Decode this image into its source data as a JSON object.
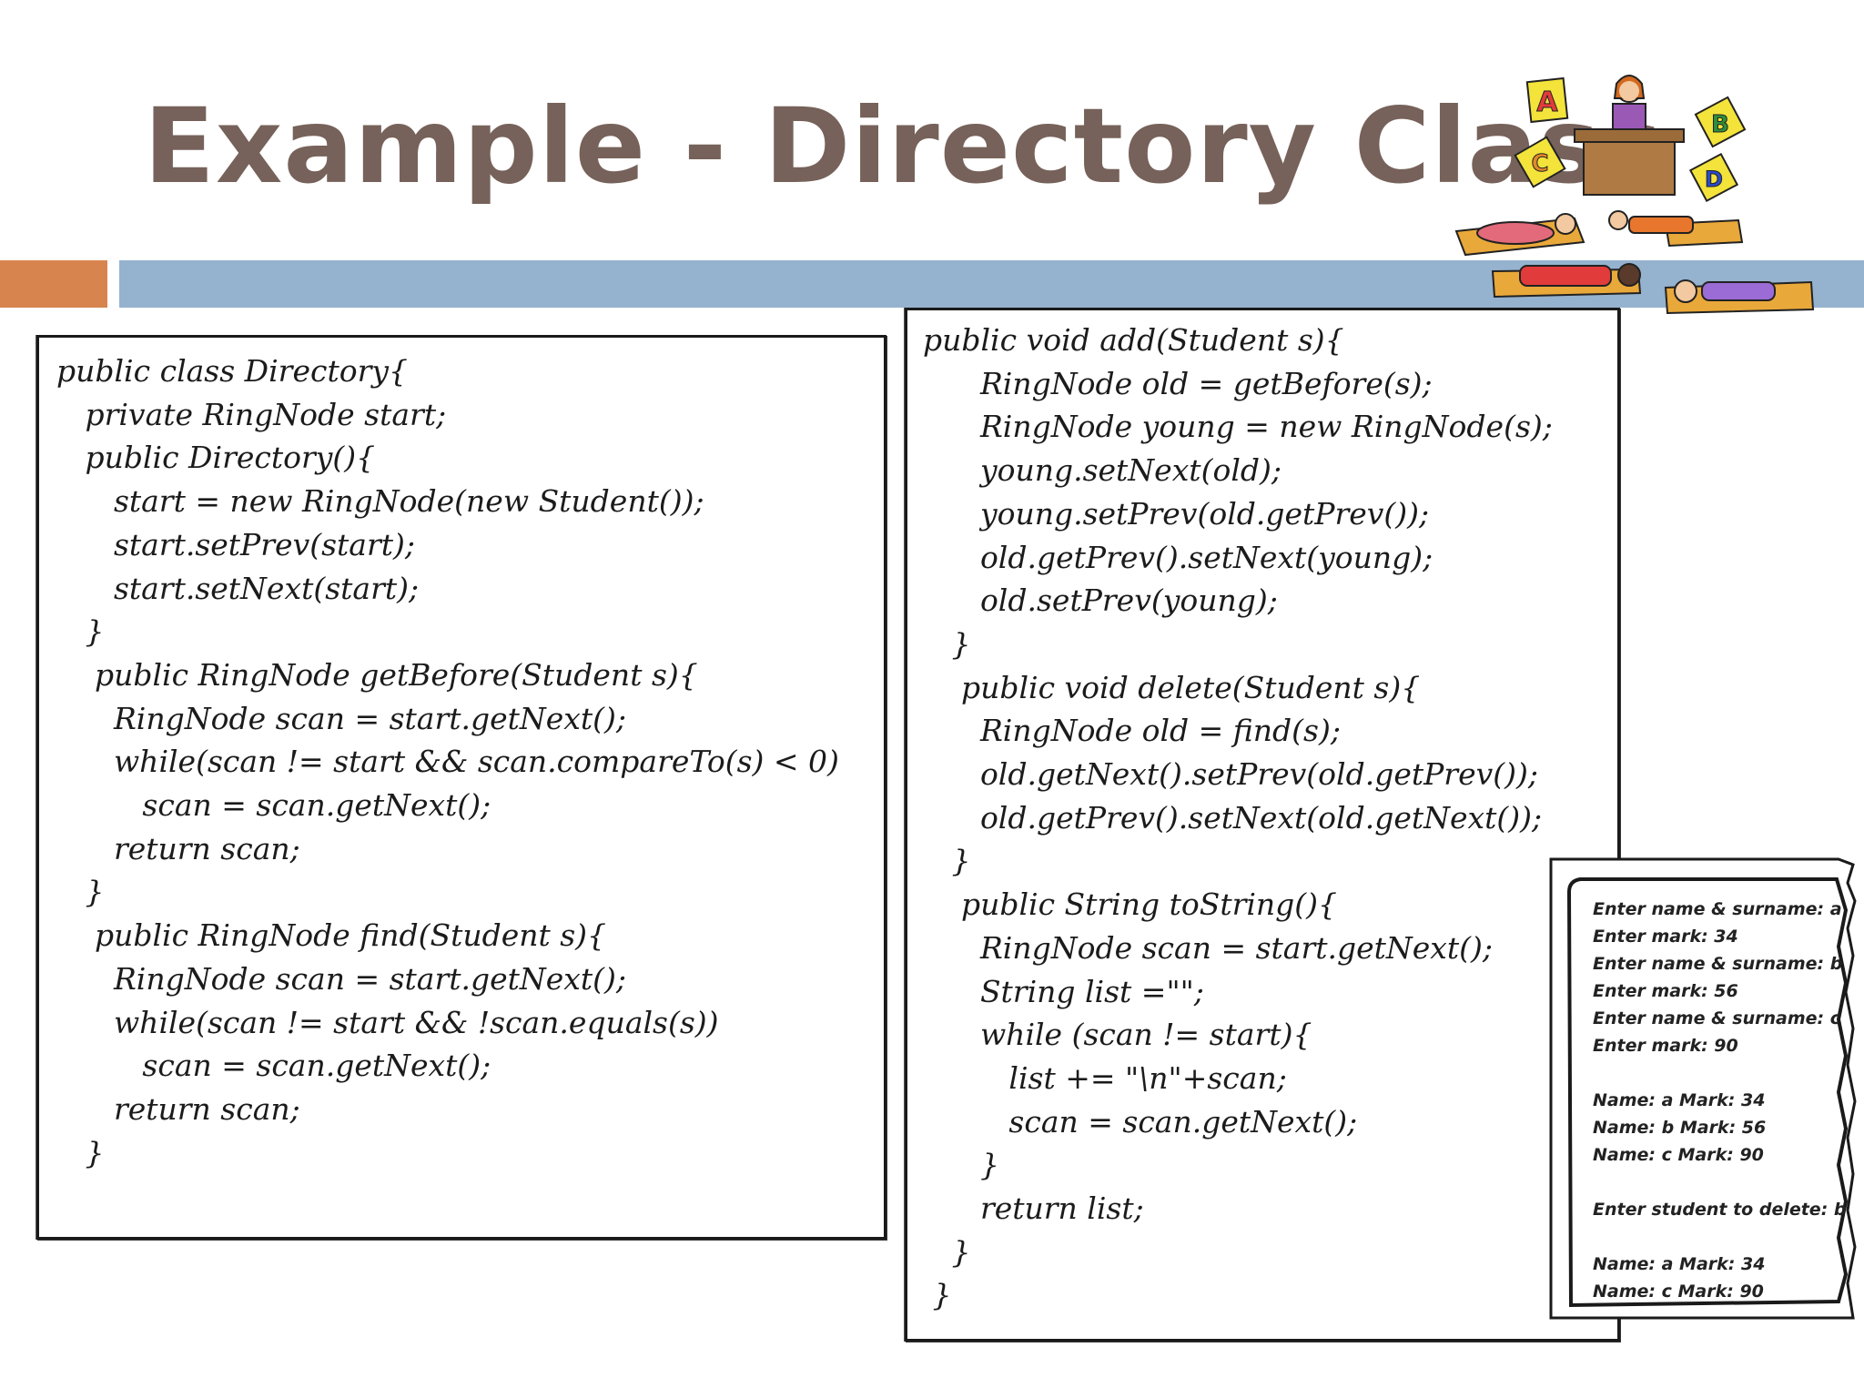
{
  "slide": {
    "title": "Example - Directory Class",
    "accent_orange": "#d8844f",
    "accent_blue": "#95b2ce",
    "title_color": "#76625a"
  },
  "code_left": {
    "lines": [
      "public class Directory{",
      "   private RingNode start;",
      "   public Directory(){",
      "      start = new RingNode(new Student());",
      "      start.setPrev(start);",
      "      start.setNext(start);",
      "   }",
      "    public RingNode getBefore(Student s){",
      "      RingNode scan = start.getNext();",
      "      while(scan != start && scan.compareTo(s) < 0)",
      "         scan = scan.getNext();",
      "      return scan;",
      "   }",
      "    public RingNode find(Student s){",
      "      RingNode scan = start.getNext();",
      "      while(scan != start && !scan.equals(s))",
      "         scan = scan.getNext();",
      "      return scan;",
      "   }"
    ]
  },
  "code_right": {
    "lines": [
      "public void add(Student s){",
      "      RingNode old = getBefore(s);",
      "      RingNode young = new RingNode(s);",
      "      young.setNext(old);",
      "      young.setPrev(old.getPrev());",
      "      old.getPrev().setNext(young);",
      "      old.setPrev(young);",
      "   }",
      "    public void delete(Student s){",
      "      RingNode old = find(s);",
      "      old.getNext().setPrev(old.getPrev());",
      "      old.getPrev().setNext(old.getNext());",
      "   }",
      "    public String toString(){",
      "      RingNode scan = start.getNext();",
      "      String list =\"\";",
      "      while (scan != start){",
      "         list += \"\\n\"+scan;",
      "         scan = scan.getNext();",
      "      }",
      "      return list;",
      "   }",
      " }"
    ]
  },
  "console": {
    "lines": [
      "Enter name & surname: a",
      "Enter mark: 34",
      "Enter name & surname: b",
      "Enter mark: 56",
      "Enter name & surname: c",
      "Enter mark: 90",
      "",
      "Name: a Mark: 34",
      "Name: b Mark: 56",
      "Name: c Mark: 90",
      "",
      "Enter student to delete: b",
      "",
      "Name: a Mark: 34",
      "Name: c Mark: 90"
    ]
  },
  "clipart": {
    "blocks": [
      "A",
      "B",
      "C",
      "D"
    ],
    "block_colors": [
      "#f3e33a",
      "#f3e33a",
      "#f3e33a",
      "#f3e33a"
    ],
    "letter_colors": [
      "#e23b3b",
      "#2f8f3a",
      "#e2882b",
      "#2b49c9"
    ]
  }
}
